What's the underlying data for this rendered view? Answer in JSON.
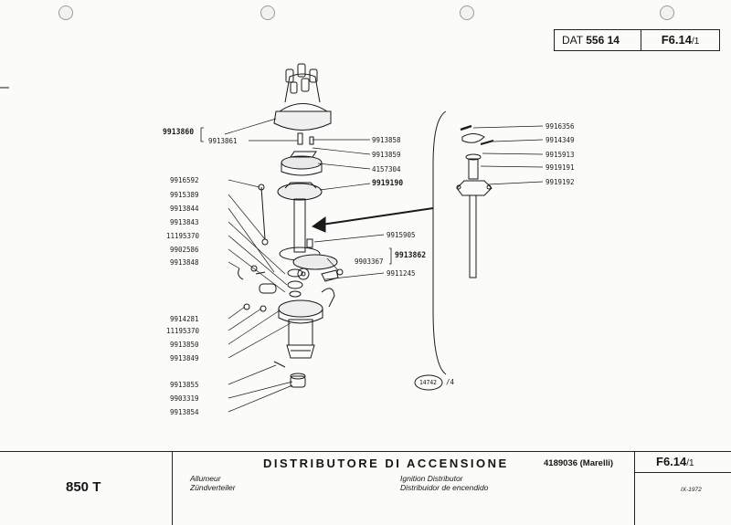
{
  "header": {
    "dat_label": "DAT",
    "dat_number": "556 14",
    "sheet_code": "F6.14",
    "sheet_sub": "/1"
  },
  "parts": {
    "p9913860": "9913860",
    "p9913861": "9913861",
    "p9913858": "9913858",
    "p9913859": "9913859",
    "p4157304": "4157304",
    "p9919190": "9919190",
    "p9916592": "9916592",
    "p9915389": "9915389",
    "p9913844": "9913844",
    "p9913843": "9913843",
    "p11195370a": "11195370",
    "p9902586": "9902586",
    "p9913848": "9913848",
    "p9915905": "9915905",
    "p9913862": "9913862",
    "p9903367": "9903367",
    "p9911245": "9911245",
    "p9914281": "9914281",
    "p11195370b": "11195370",
    "p9913850": "9913850",
    "p9913849": "9913849",
    "p9913855": "9913855",
    "p9903319": "9903319",
    "p9913854": "9913854",
    "p9916356": "9916356",
    "p9914349": "9914349",
    "p9915913": "9915913",
    "p9919191": "9919191",
    "p9919192": "9919192"
  },
  "figure_ref": {
    "number": "14742",
    "suffix": "/4"
  },
  "footer": {
    "model": "850 T",
    "title": "DISTRIBUTORE DI ACCENSIONE",
    "subref": "4189036 (Marelli)",
    "french": "Allumeur",
    "german": "Zündverteiler",
    "english": "Ignition Distributor",
    "spanish": "Distribuidor de encendido",
    "sheet_code": "F6.14",
    "sheet_sub": "/1",
    "date": "IX-1972"
  }
}
